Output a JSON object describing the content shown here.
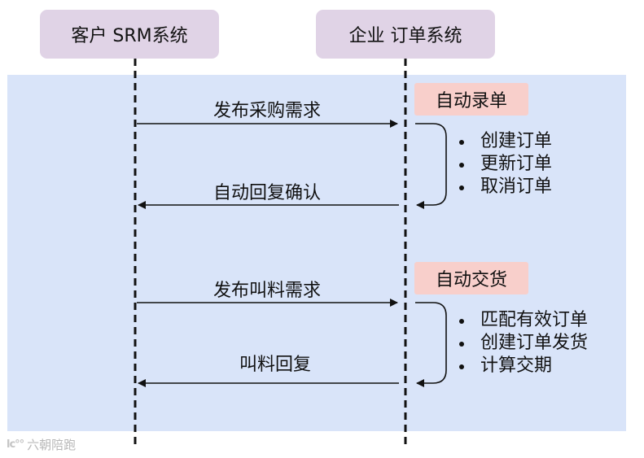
{
  "participants": {
    "left": "客户 SRM系统",
    "right": "企业 订单系统"
  },
  "flows": [
    {
      "request": "发布采购需求",
      "process": "自动录单",
      "steps": [
        "创建订单",
        "更新订单",
        "取消订单"
      ],
      "response": "自动回复确认"
    },
    {
      "request": "发布叫料需求",
      "process": "自动交货",
      "steps": [
        "匹配有效订单",
        "创建订单发货",
        "计算交期"
      ],
      "response": "叫料回复"
    }
  ],
  "watermark": "六朝陪跑",
  "colors": {
    "band": "#d9e4f9",
    "participant": "#e0d3e6",
    "process_tag": "#f8cfcb",
    "line": "#111111"
  }
}
